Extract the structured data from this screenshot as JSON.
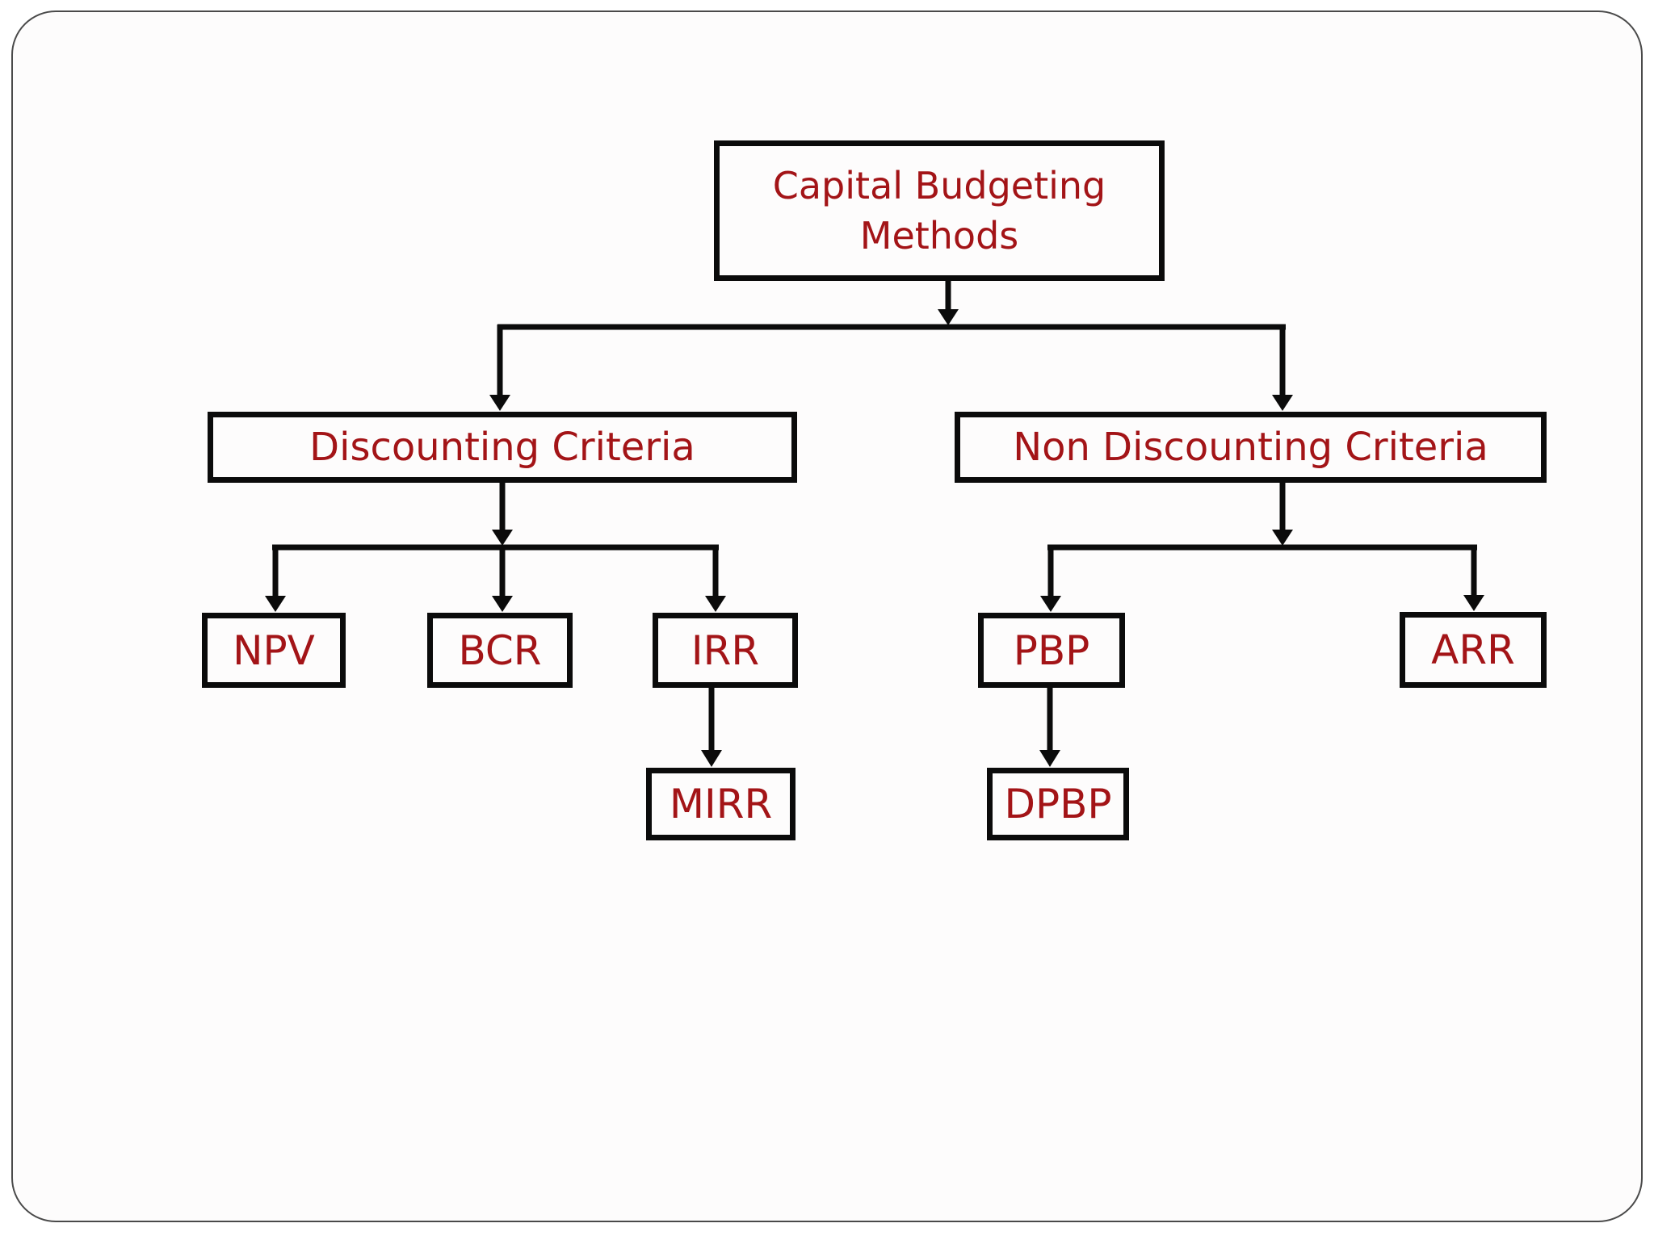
{
  "slide": {
    "title": "Capital Budgeting Methods",
    "background_color": "#FDFCFC",
    "border_color": "#4A4A4A",
    "text_color": "#A31417",
    "line_color": "#0B0B0B"
  },
  "diagram": {
    "type": "flowchart",
    "nodes": {
      "root": {
        "label": "Capital Budgeting Methods"
      },
      "discounting": {
        "label": "Discounting Criteria"
      },
      "non_discounting": {
        "label": "Non Discounting Criteria"
      },
      "npv": {
        "label": "NPV"
      },
      "bcr": {
        "label": "BCR"
      },
      "irr": {
        "label": "IRR"
      },
      "mirr": {
        "label": "MIRR"
      },
      "pbp": {
        "label": "PBP"
      },
      "dpbp": {
        "label": "DPBP"
      },
      "arr": {
        "label": "ARR"
      }
    },
    "edges": [
      {
        "from": "root",
        "to": "discounting"
      },
      {
        "from": "root",
        "to": "non_discounting"
      },
      {
        "from": "discounting",
        "to": "npv"
      },
      {
        "from": "discounting",
        "to": "bcr"
      },
      {
        "from": "discounting",
        "to": "irr"
      },
      {
        "from": "irr",
        "to": "mirr"
      },
      {
        "from": "non_discounting",
        "to": "pbp"
      },
      {
        "from": "non_discounting",
        "to": "arr"
      },
      {
        "from": "pbp",
        "to": "dpbp"
      }
    ]
  }
}
